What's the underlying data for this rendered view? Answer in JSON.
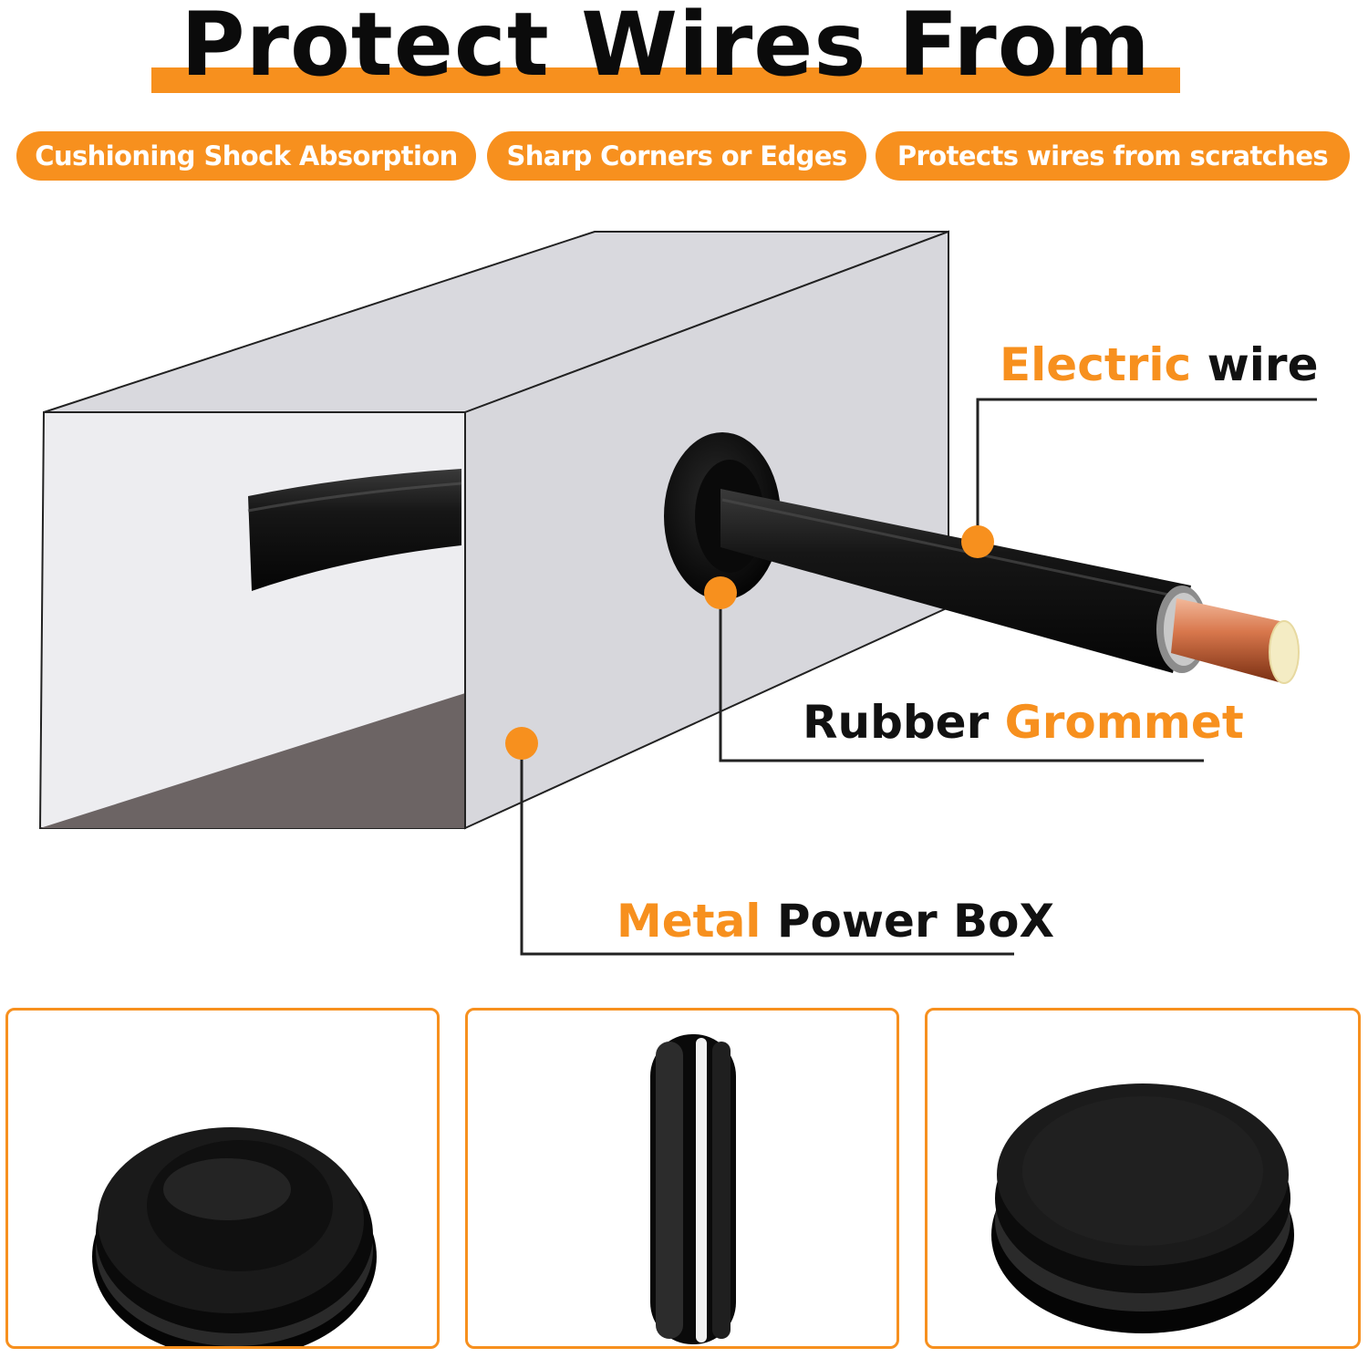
{
  "header": {
    "title": "Protect Wires From",
    "accent_color": "#f7901e"
  },
  "features": [
    {
      "label": "Cushioning Shock Absorption"
    },
    {
      "label": "Sharp Corners or Edges"
    },
    {
      "label": "Protects wires from scratches"
    }
  ],
  "diagram": {
    "labels": {
      "wire": {
        "highlight": "Electric",
        "rest": " wire"
      },
      "grommet": {
        "rest": "Rubber ",
        "highlight": "Grommet"
      },
      "box": {
        "highlight": "Metal",
        "rest": " Power BoX"
      }
    }
  },
  "gallery": {
    "views": [
      {
        "icon": "grommet-top-view-icon"
      },
      {
        "icon": "grommet-side-view-icon"
      },
      {
        "icon": "grommet-plug-view-icon"
      }
    ]
  }
}
